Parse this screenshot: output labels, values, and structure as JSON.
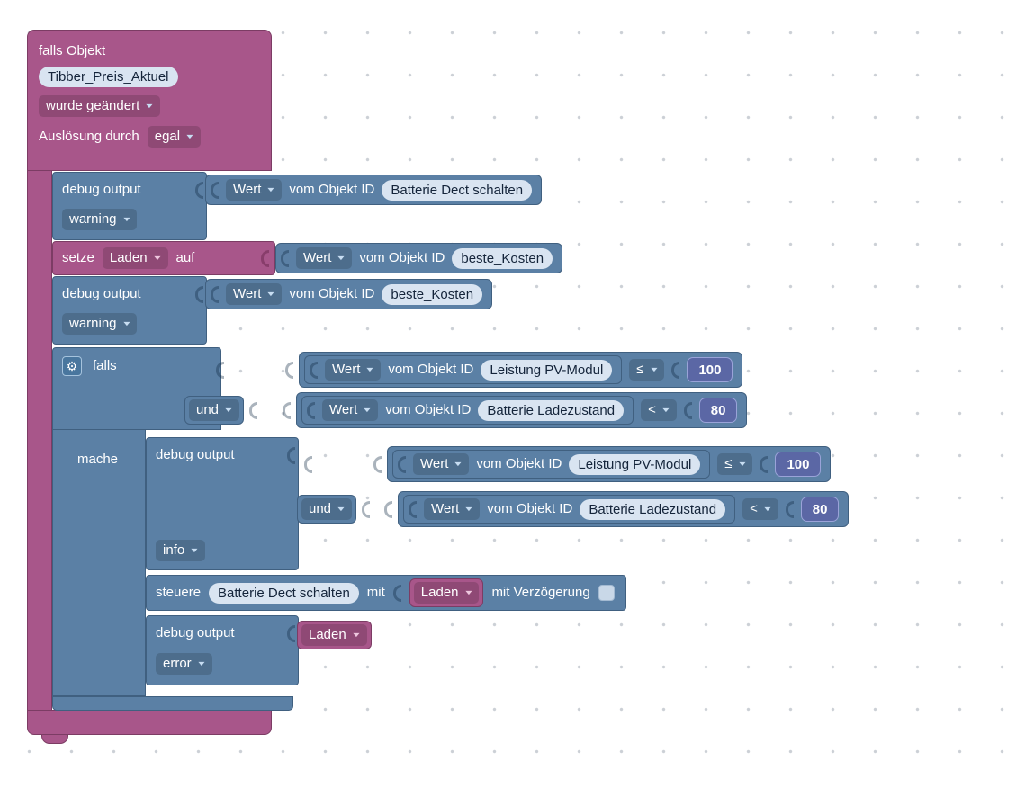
{
  "colors": {
    "trigger_block": "#a8568a",
    "system_block": "#5b80a5",
    "math_block": "#5b67a5",
    "field_background": "#d9e4f1",
    "workspace_background": "#ffffff",
    "grid_dot": "#ccd0d6"
  },
  "trigger": {
    "title": "falls Objekt",
    "object_id": "Tibber_Preis_Aktuel",
    "change_mode": "wurde geändert",
    "trigger_by_label": "Auslösung durch",
    "trigger_by_value": "egal"
  },
  "labels": {
    "debug_output": "debug output",
    "wert": "Wert",
    "vom_objekt_id": "vom Objekt ID",
    "und": "und",
    "falls": "falls",
    "mache": "mache",
    "setze": "setze",
    "auf": "auf",
    "steuere": "steuere",
    "mit": "mit",
    "mit_verzoegerung": "mit Verzögerung"
  },
  "fields": {
    "batterie_dect_schalten": "Batterie Dect schalten",
    "beste_kosten": "beste_Kosten",
    "leistung_pv_modul": "Leistung PV-Modul",
    "batterie_ladezustand": "Batterie Ladezustand"
  },
  "variables": {
    "laden": "Laden"
  },
  "severity": {
    "debug1": "warning",
    "debug2": "warning",
    "debug3": "info",
    "debug4": "error"
  },
  "operators": {
    "cond1": "≤",
    "cond2": "<"
  },
  "numbers": {
    "cond1": "100",
    "cond2": "80"
  }
}
